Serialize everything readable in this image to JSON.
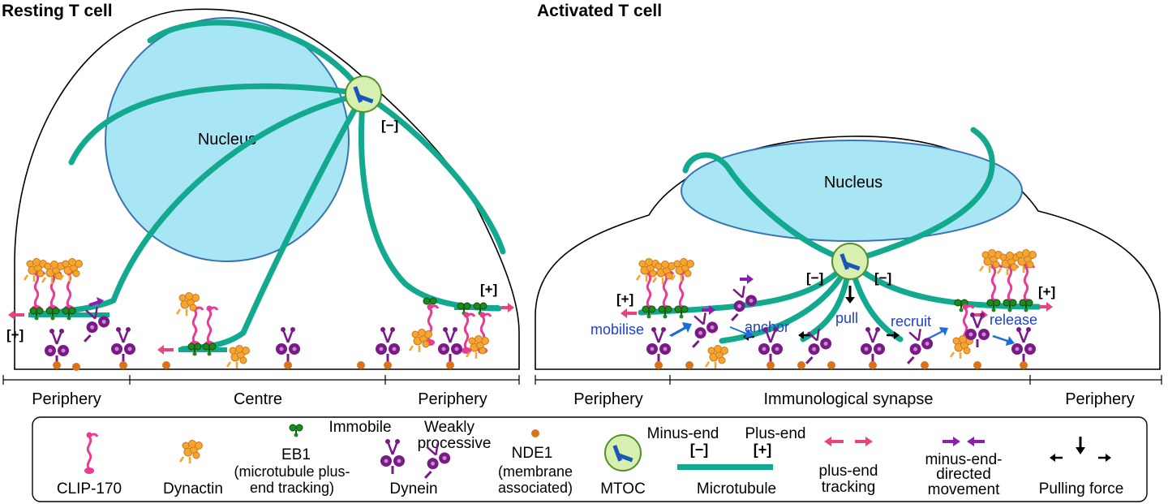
{
  "panels": {
    "resting": {
      "title": "Resting T cell",
      "nucleus_label": "Nucleus",
      "minus_mark": "[−]",
      "plus_right": "[+]",
      "plus_left": "[+]"
    },
    "activated": {
      "title": "Activated T cell",
      "nucleus_label": "Nucleus",
      "minus_left": "[−]",
      "minus_right": "[−]",
      "plus_left": "[+]",
      "plus_right": "[+]",
      "actions": {
        "mobilise": "mobilise",
        "anchor": "anchor",
        "pull": "pull",
        "recruit": "recruit",
        "release": "release"
      }
    }
  },
  "regions": {
    "resting": [
      "Periphery",
      "Centre",
      "Periphery"
    ],
    "activated": [
      "Periphery",
      "Immunological synapse",
      "Periphery"
    ]
  },
  "legend": {
    "clip170": "CLIP-170",
    "dynactin": "Dynactin",
    "eb1_head": "EB1",
    "immobile": "Immobile",
    "eb1_desc_1": "(microtubule plus-",
    "eb1_desc_2": "end tracking)",
    "weakly_1": "Weakly",
    "weakly_2": "processive",
    "dynein": "Dynein",
    "nde1_head": "NDE1",
    "nde1_desc_1": "(membrane",
    "nde1_desc_2": "associated)",
    "mtoc": "MTOC",
    "minus_end": "Minus-end",
    "plus_end": "Plus-end",
    "minus_sym": "[−]",
    "plus_sym": "[+]",
    "microtubule": "Microtubule",
    "plus_tracking_1": "plus-end",
    "plus_tracking_2": "tracking",
    "minus_move_1": "minus-end-",
    "minus_move_2": "directed",
    "minus_move_3": "movement",
    "pulling": "Pulling force"
  },
  "colors": {
    "microtubule": "#12a98f",
    "nucleus_fill": "#a8e6f5",
    "nucleus_stroke": "#3a74b0",
    "mtoc_fill": "#d7f0b0",
    "mtoc_stroke": "#55912a",
    "mtoc_bar": "#1a56b8",
    "clip170": "#e83c94",
    "dynactin": "#f7a531",
    "eb1": "#1c8a1c",
    "dynein": "#7a1a86",
    "nde1": "#d8741c",
    "plus_arrow": "#e8457f",
    "minus_arrow": "#8a1fb0",
    "action_arrow": "#1b6fd8",
    "action_text": "#1f3fd0"
  }
}
